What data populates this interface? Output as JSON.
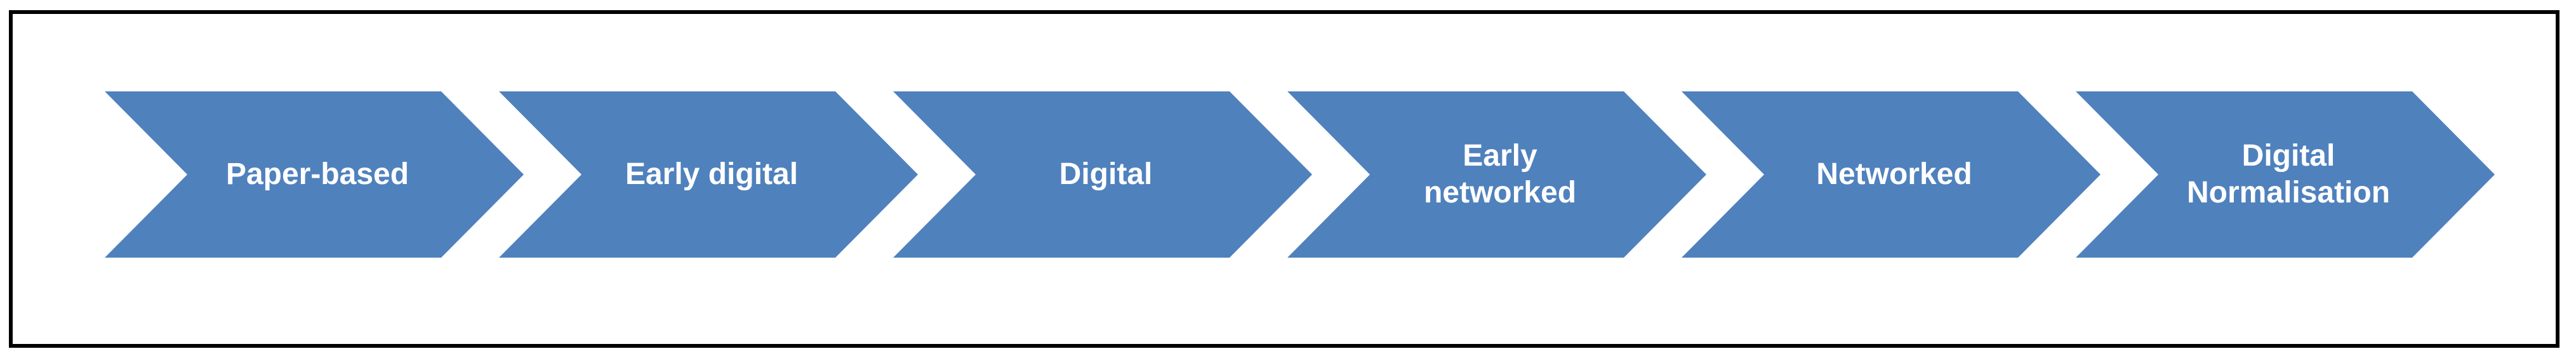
{
  "diagram": {
    "steps": [
      {
        "label": "Paper-based"
      },
      {
        "label": "Early digital"
      },
      {
        "label": "Digital"
      },
      {
        "label": "Early\nnetworked"
      },
      {
        "label": "Networked"
      },
      {
        "label": "Digital\nNormalisation"
      }
    ],
    "colors": {
      "chevron_fill": "#4f81bd",
      "label_text": "#ffffff",
      "frame_border": "#000000"
    },
    "icons": [
      "chevron-arrow"
    ]
  }
}
